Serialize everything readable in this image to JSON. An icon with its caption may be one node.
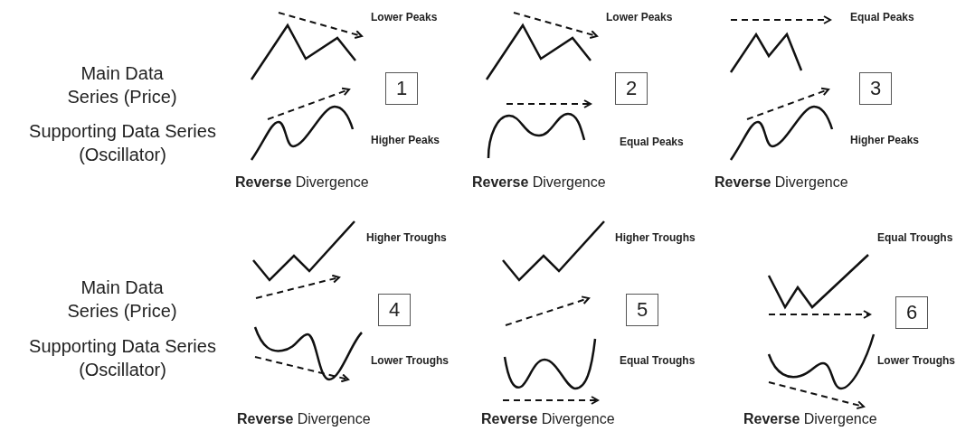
{
  "diagram": {
    "nodes": [
      {
        "text": [
          "1"
        ]
      },
      {
        "text": [
          "2"
        ]
      },
      {
        "text": [
          "3"
        ]
      },
      {
        "text": [
          "4"
        ]
      },
      {
        "text": [
          "5"
        ]
      },
      {
        "text": [
          "6"
        ]
      }
    ],
    "labels": [
      "Main Data Series (Price)",
      "Lower Peaks",
      "Lower Peaks",
      "Equal Peaks",
      "Supporting Data Series (Oscillator)",
      "Higher Peaks",
      "Equal Peaks",
      "Higher Peaks",
      "**Reverse** Divergence",
      "**Reverse** Divergence",
      "**Reverse** Divergence",
      "Main Data Series (Price)",
      "Higher Troughs",
      "Higher Troughs",
      "Equal Troughs",
      "Supporting Data Series (Oscillator)",
      "Lower Troughs",
      "Equal Troughs",
      "Lower Troughs",
      "**Reverse** Divergence",
      "**Reverse** Divergence",
      "**Reverse** Divergence"
    ]
  }
}
